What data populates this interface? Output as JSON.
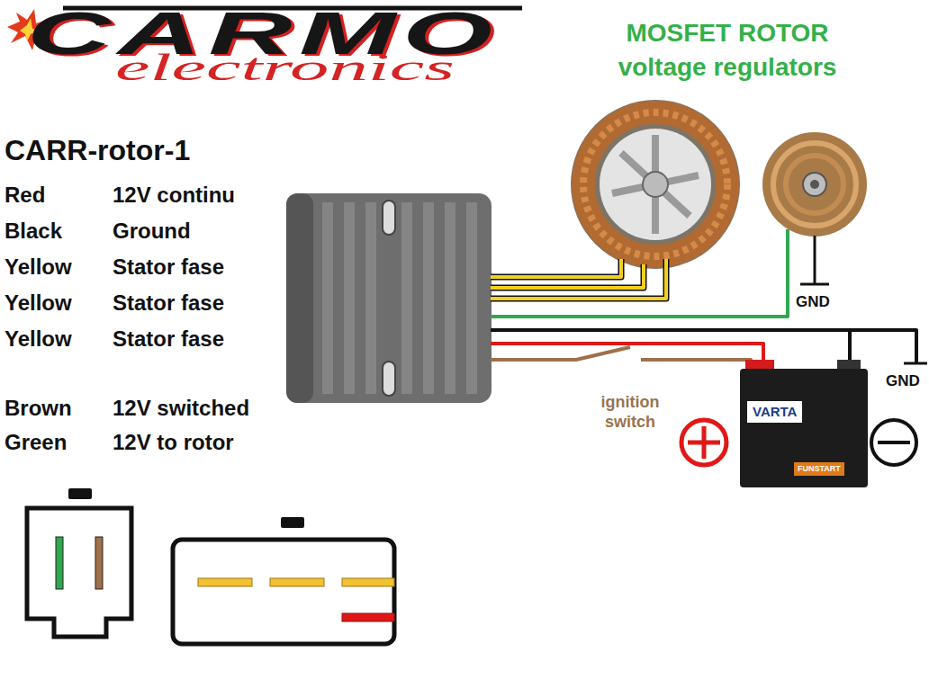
{
  "diagram": {
    "title": "MOSFET ROTOR voltage regulators",
    "nodes": [
      {
        "text": [
          "VARTA",
          "FUNSTART"
        ]
      }
    ],
    "labels": [
      "CARMO",
      "electronics",
      "CARR-rotor-1",
      "Red",
      "12V continu",
      "Black",
      "Ground",
      "Yellow",
      "Stator fase",
      "Yellow",
      "Stator fase",
      "Yellow",
      "Stator fase",
      "Brown",
      "12V switched",
      "Green",
      "12V to rotor",
      "GND",
      "GND",
      "ignition switch"
    ]
  }
}
